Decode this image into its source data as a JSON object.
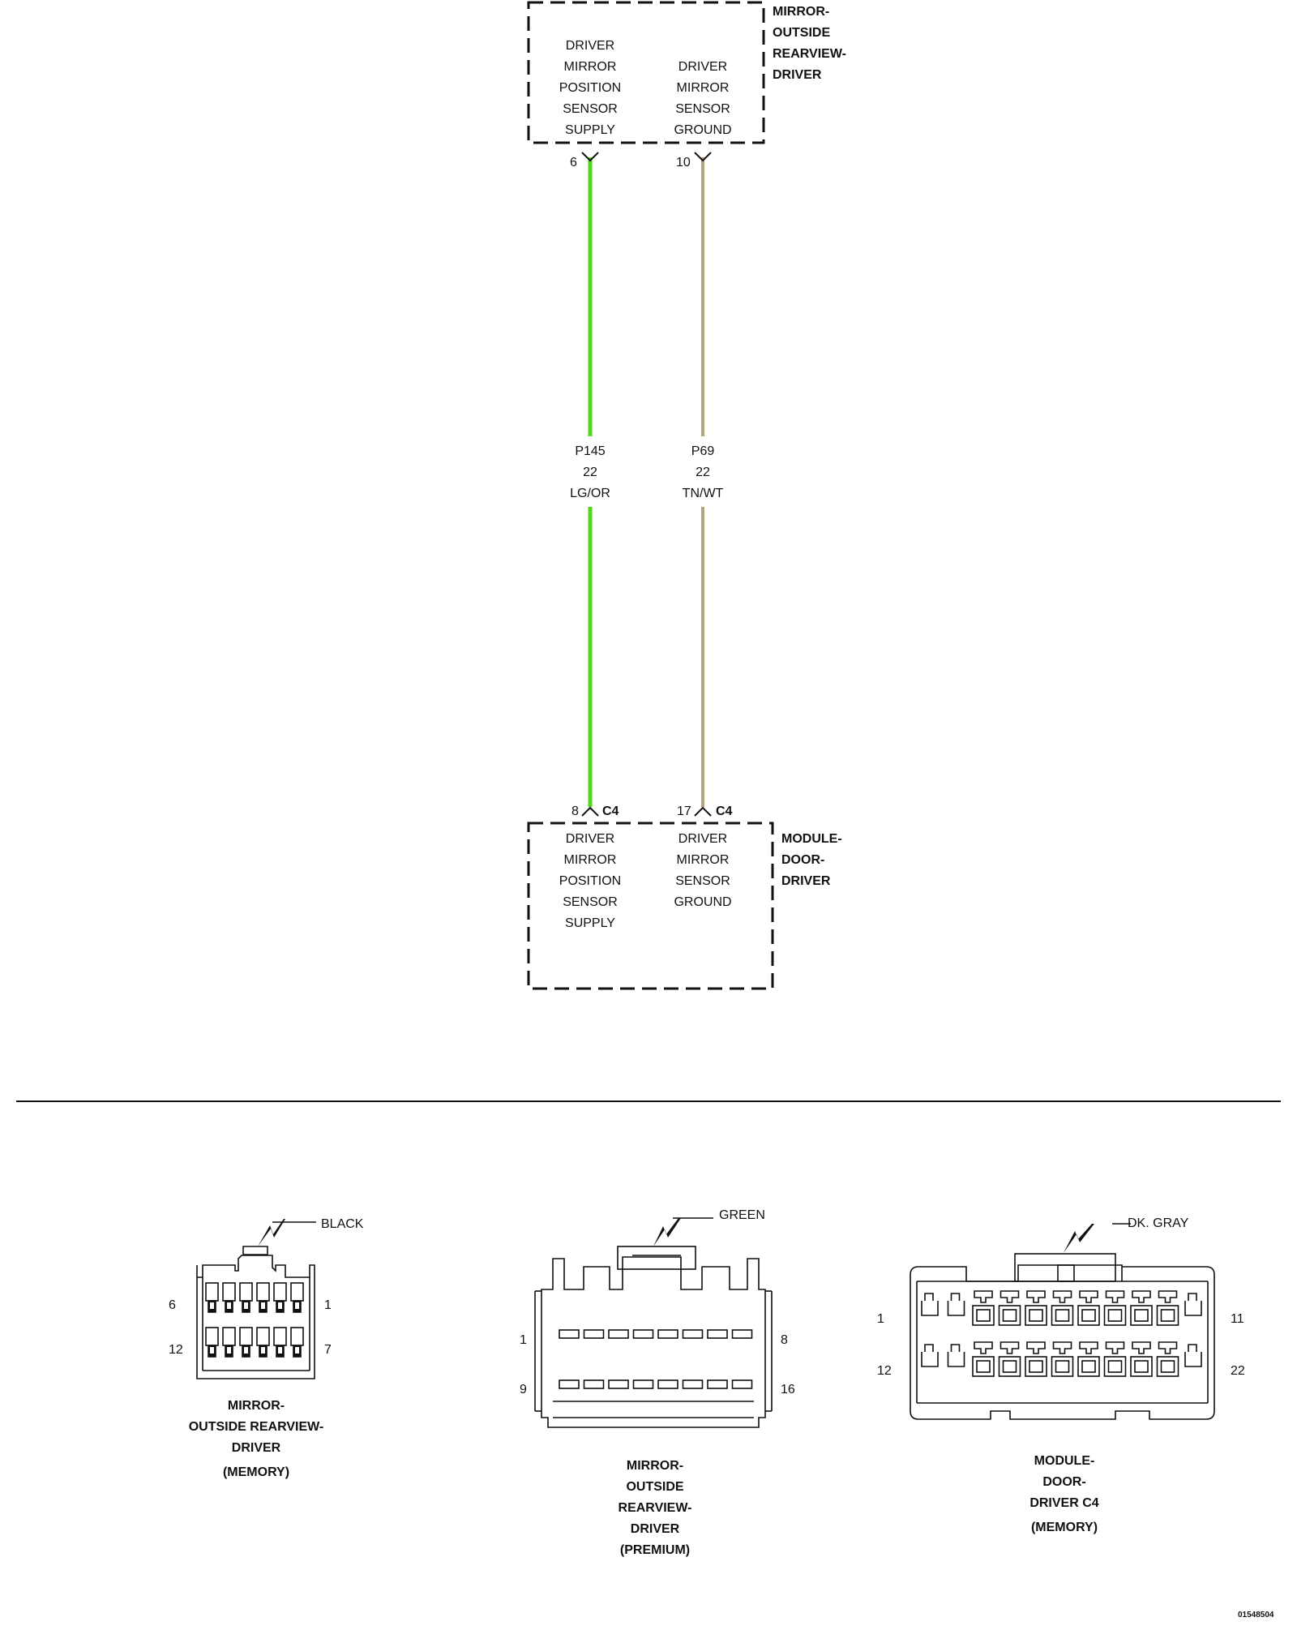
{
  "components": {
    "mirror": {
      "title": [
        "MIRROR-",
        "OUTSIDE",
        "REARVIEW-",
        "DRIVER"
      ],
      "pin_left": {
        "label": [
          "DRIVER",
          "MIRROR",
          "POSITION",
          "SENSOR",
          "SUPPLY"
        ],
        "pin": "6"
      },
      "pin_right": {
        "label": [
          "DRIVER",
          "MIRROR",
          "SENSOR",
          "GROUND"
        ],
        "pin": "10"
      }
    },
    "module": {
      "title": [
        "MODULE-",
        "DOOR-",
        "DRIVER"
      ],
      "connector": "C4",
      "pin_left": {
        "label": [
          "DRIVER",
          "MIRROR",
          "POSITION",
          "SENSOR",
          "SUPPLY"
        ],
        "pin": "8"
      },
      "pin_right": {
        "label": [
          "DRIVER",
          "MIRROR",
          "SENSOR",
          "GROUND"
        ],
        "pin": "17"
      }
    }
  },
  "wires": [
    {
      "circuit": "P145",
      "gauge": "22",
      "color_code": "LG/OR",
      "color": "#55d41c"
    },
    {
      "circuit": "P69",
      "gauge": "22",
      "color_code": "TN/WT",
      "color": "#b8a47a"
    }
  ],
  "connectors": [
    {
      "color": "BLACK",
      "caption": [
        "MIRROR-",
        "OUTSIDE REARVIEW-",
        "DRIVER"
      ],
      "note": "(MEMORY)",
      "pins": {
        "top_left": "6",
        "top_right": "1",
        "bottom_left": "12",
        "bottom_right": "7"
      }
    },
    {
      "color": "GREEN",
      "caption": [
        "MIRROR-",
        "OUTSIDE",
        "REARVIEW-",
        "DRIVER"
      ],
      "note": "(PREMIUM)",
      "pins": {
        "top_left": "1",
        "top_right": "8",
        "bottom_left": "9",
        "bottom_right": "16"
      }
    },
    {
      "color": "DK. GRAY",
      "caption": [
        "MODULE-",
        "DOOR-",
        "DRIVER C4"
      ],
      "note": "(MEMORY)",
      "pins": {
        "top_left": "1",
        "top_right": "11",
        "bottom_left": "12",
        "bottom_right": "22"
      }
    }
  ],
  "figure_id": "01548504"
}
